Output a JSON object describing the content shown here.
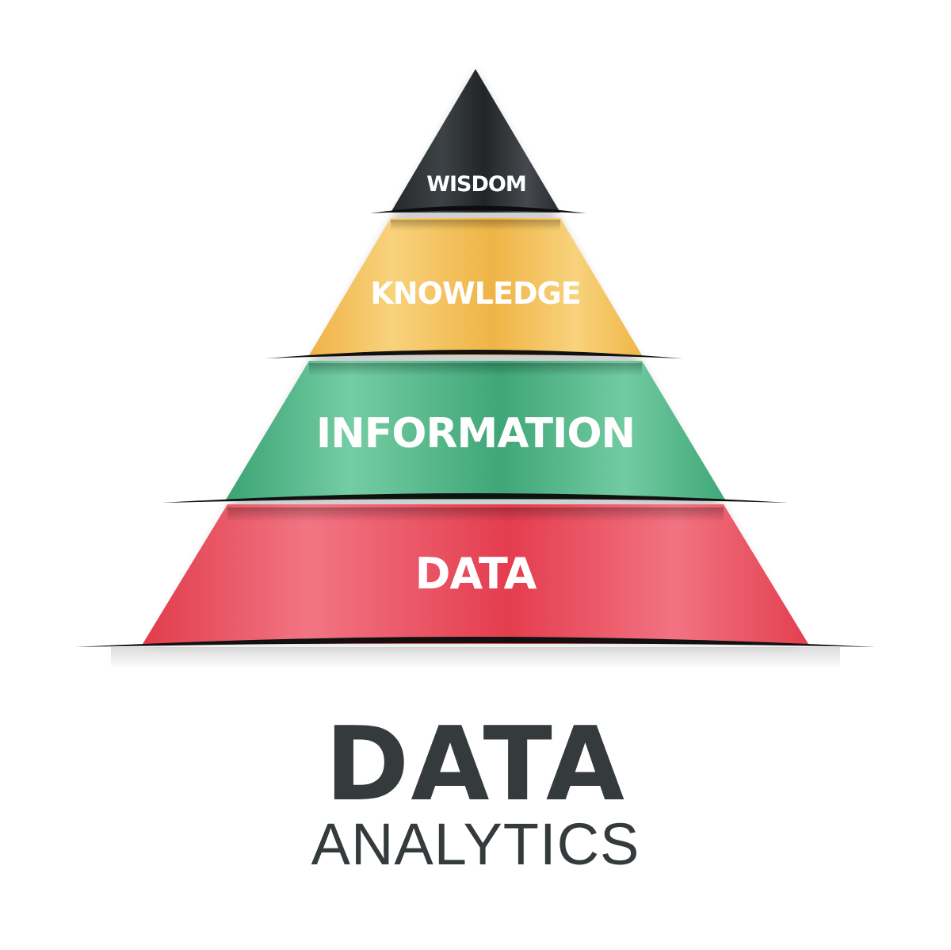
{
  "pyramid": {
    "layers": [
      {
        "label": "WISDOM",
        "color": "#2b2e31",
        "highlight": "#4a4f53"
      },
      {
        "label": "KNOWLEDGE",
        "color": "#f2b94e",
        "highlight": "#f8d582"
      },
      {
        "label": "INFORMATION",
        "color": "#3fa878",
        "highlight": "#76cfa6"
      },
      {
        "label": "DATA",
        "color": "#e43f4f",
        "highlight": "#f27584"
      }
    ]
  },
  "title": {
    "main": "DATA",
    "sub": "ANALYTICS",
    "color": "#353a3d"
  }
}
